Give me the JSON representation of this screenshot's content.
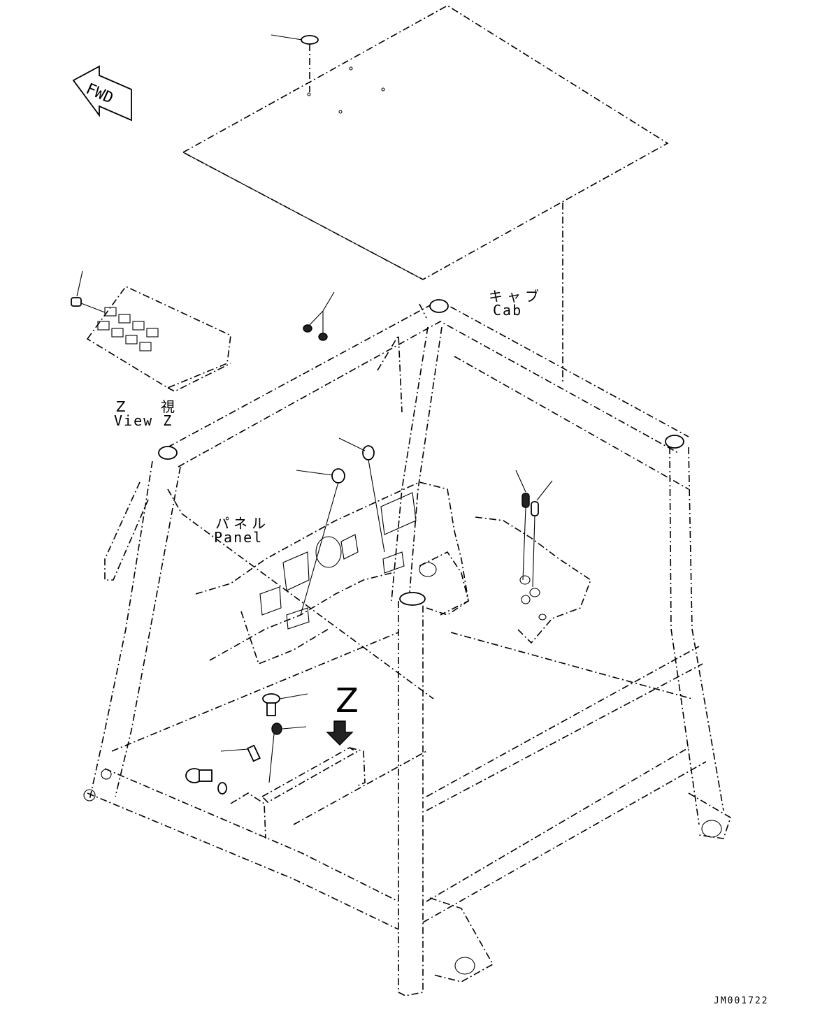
{
  "diagram": {
    "fwd_label": "FWD",
    "labels": {
      "cab_jp": "キャブ",
      "cab_en": "Cab",
      "panel_jp": "パネル",
      "panel_en": "Panel",
      "viewz_jp": "Z 視",
      "viewz_en": "View Z",
      "z_marker": "Z"
    },
    "drawing_number": "JM001722"
  }
}
